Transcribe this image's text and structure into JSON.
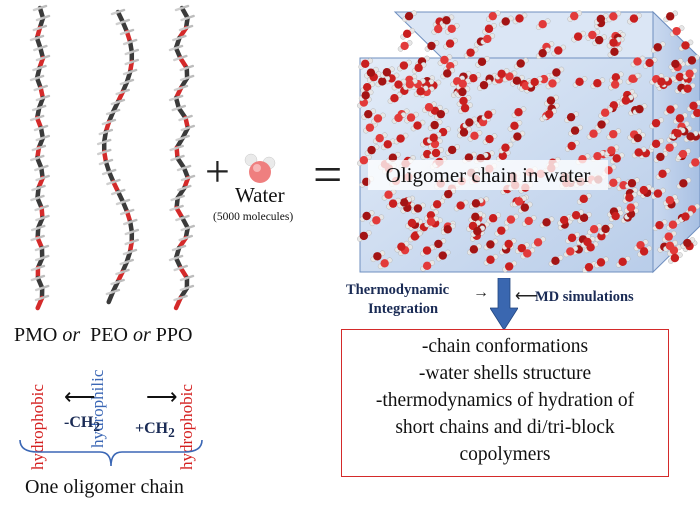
{
  "chains": {
    "names_prefix": "PMO",
    "or1": "or",
    "middle": "PEO",
    "or2": "or",
    "last": "PPO"
  },
  "labels": {
    "hydrophobic_left": "hydrophobic",
    "hydrophilic": "hydrophilic",
    "hydrophobic_right": "hydrophobic",
    "ch2_minus": "-CH",
    "ch2_plus": "+CH",
    "ch2_sub": "2",
    "arrow_left": "⟵",
    "arrow_right": "⟶",
    "one_chain": "One oligomer chain"
  },
  "operators": {
    "plus": "+",
    "equals": "="
  },
  "water": {
    "label": "Water",
    "count": "(5000 molecules)"
  },
  "box": {
    "label": "Oligomer chain in water"
  },
  "methods": {
    "ti_line1": "Thermodynamic",
    "ti_line2": "Integration",
    "ti_arrow": "→",
    "md_arrow": "⟵",
    "md": "MD simulations"
  },
  "results": [
    "-chain conformations",
    "-water shells structure",
    "-thermodynamics of hydration of",
    "short chains and di/tri-block",
    "copolymers"
  ],
  "colors": {
    "oxygen": "#d42a2a",
    "carbon": "#555555",
    "hydrogen": "#e6e6e6",
    "hydrophobic": "#d42020",
    "hydrophilic": "#3b67b5",
    "arrow_blue": "#3a67b0",
    "box_border": "#d42a2a"
  }
}
